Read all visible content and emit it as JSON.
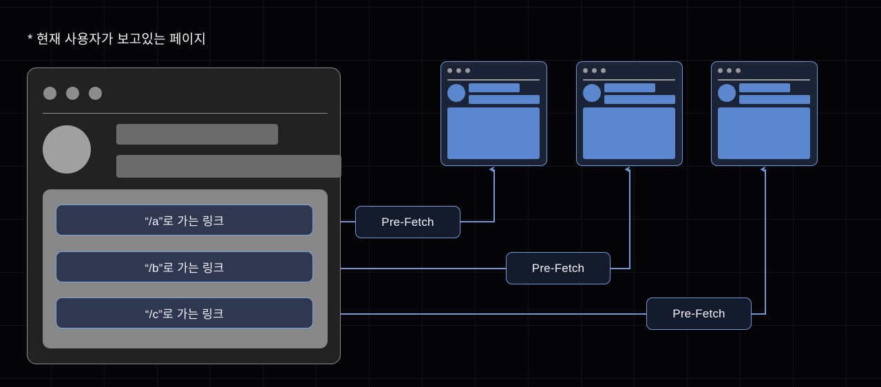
{
  "page": {
    "title": "* 현재 사용자가 보고있는 페이지",
    "background_color": "#050507",
    "grid_color": "rgba(150,160,180,0.085)",
    "accent_color": "#6f9ada"
  },
  "current_page_card": {
    "name": "current-page-browser-window",
    "background_color": "#222222",
    "border_color": "#8e8e8e",
    "window_dots": [
      "dot-1",
      "dot-2",
      "dot-3"
    ],
    "profile": {
      "avatar": "avatar-placeholder",
      "bars": [
        "skeleton-bar-short",
        "skeleton-bar-long"
      ]
    },
    "links_panel": {
      "background_color": "#878787",
      "links": [
        {
          "id": "a",
          "label": "“/a”로 가는 링크",
          "route": "/a"
        },
        {
          "id": "b",
          "label": "“/b”로 가는 링크",
          "route": "/b"
        },
        {
          "id": "c",
          "label": "“/c”로 가는 링크",
          "route": "/c"
        }
      ]
    }
  },
  "prefetch_badges": [
    {
      "id": "a",
      "label": "Pre-Fetch"
    },
    {
      "id": "b",
      "label": "Pre-Fetch"
    },
    {
      "id": "c",
      "label": "Pre-Fetch"
    }
  ],
  "prefetched_pages": [
    {
      "id": "a",
      "name": "prefetched-page-a"
    },
    {
      "id": "b",
      "name": "prefetched-page-b"
    },
    {
      "id": "c",
      "name": "prefetched-page-c"
    }
  ],
  "mini_card_style": {
    "background_color": "#1b2336",
    "border_color": "#6f9ada",
    "content_color": "#5b87cf",
    "dot_color": "#9a9a9a"
  }
}
